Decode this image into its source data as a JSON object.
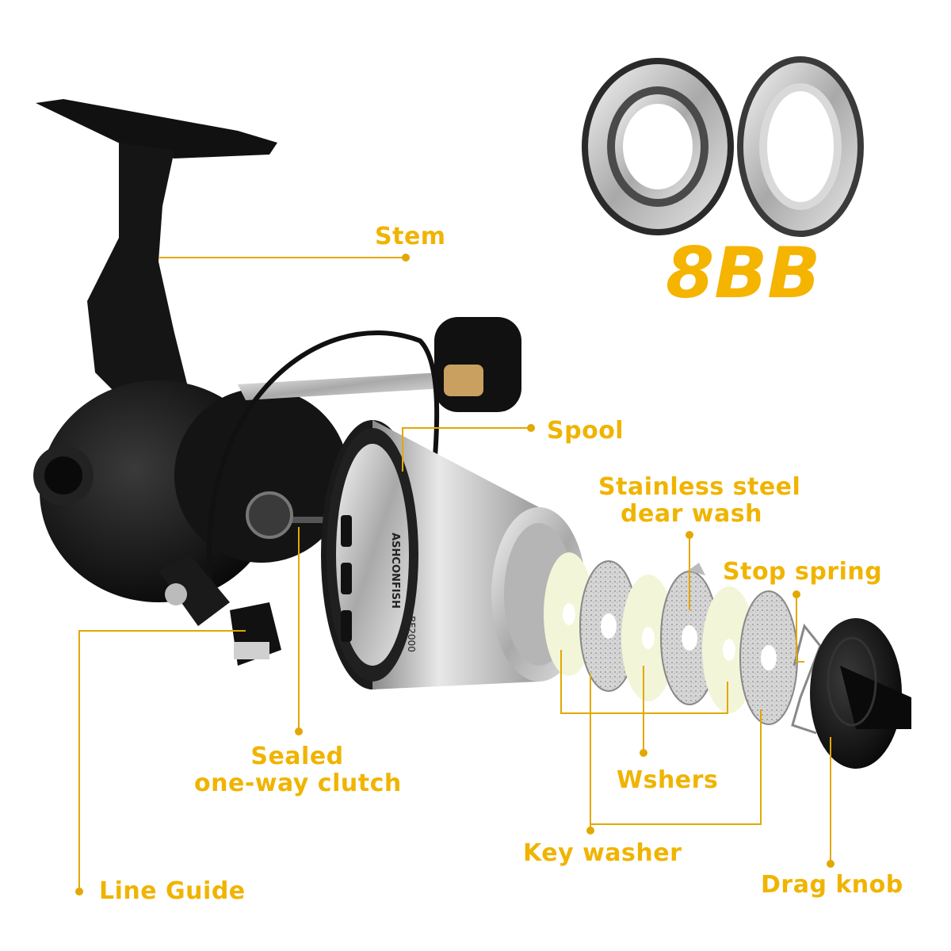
{
  "colors": {
    "accent": "#f0b400",
    "reel_body": "#111111",
    "metal": "#c8c8c8",
    "washer_felt": "#f2f5d8"
  },
  "bearings": {
    "count_label": "8BB"
  },
  "labels": {
    "stem": "Stem",
    "spool": "Spool",
    "stainless_line1": "Stainless steel",
    "stainless_line2": "dear wash",
    "stop_spring": "Stop spring",
    "sealed_line1": "Sealed",
    "sealed_line2": "one-way clutch",
    "washers": "Wshers",
    "line_guide": "Line Guide",
    "key_washer": "Key washer",
    "drag_knob": "Drag knob"
  },
  "spool_text": {
    "brand": "ASHCONFISH",
    "model": "BF2000"
  }
}
